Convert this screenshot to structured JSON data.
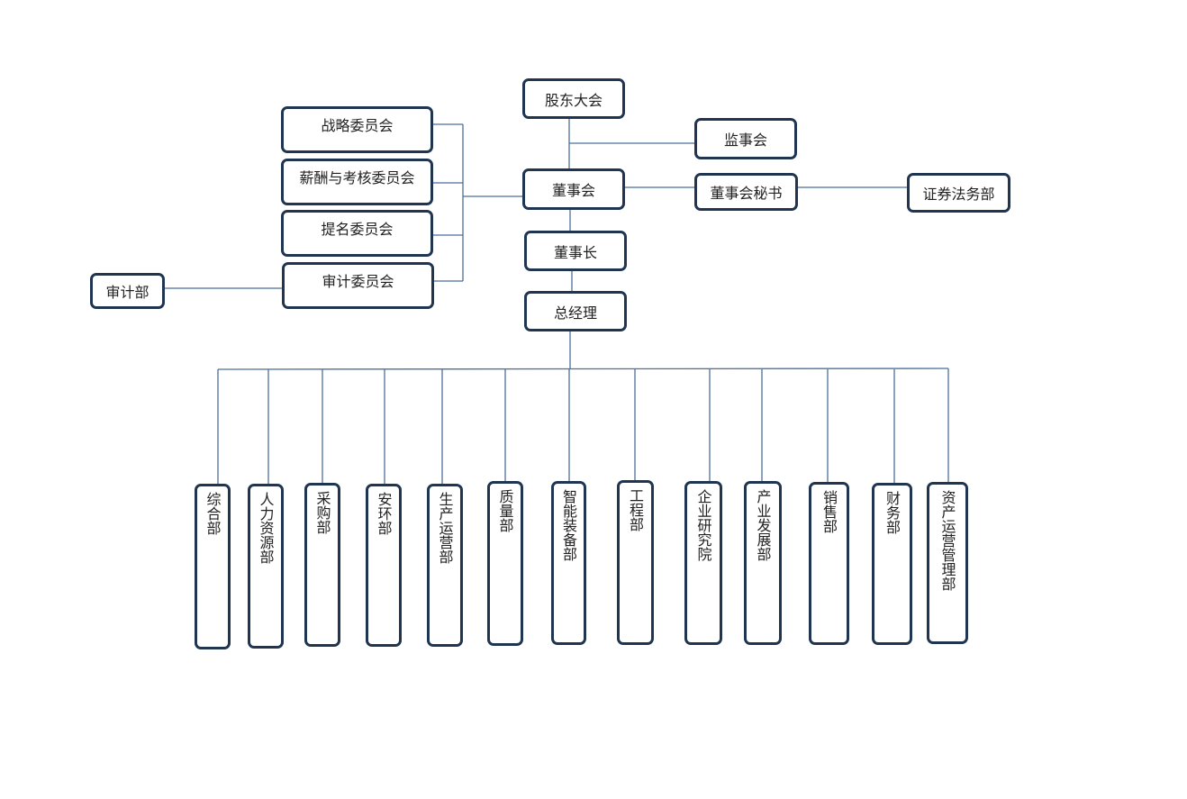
{
  "nodes": {
    "shareholders": "股东大会",
    "supervisory_board": "监事会",
    "board_of_directors": "董事会",
    "board_secretary": "董事会秘书",
    "securities_legal": "证券法务部",
    "chairman": "董事长",
    "general_manager": "总经理",
    "strategy_committee": "战略委员会",
    "compensation_committee": "薪酬与考核委员会",
    "nomination_committee": "提名委员会",
    "audit_committee": "审计委员会",
    "audit_department": "审计部"
  },
  "departments": [
    "综合部",
    "人力资源部",
    "采购部",
    "安环部",
    "生产运营部",
    "质量部",
    "智能装备部",
    "工程部",
    "企业研究院",
    "产业发展部",
    "销售部",
    "财务部",
    "资产运营管理部"
  ],
  "colors": {
    "box_border": "#1f3550",
    "connector": "#4a6f9c",
    "text": "#222222"
  }
}
